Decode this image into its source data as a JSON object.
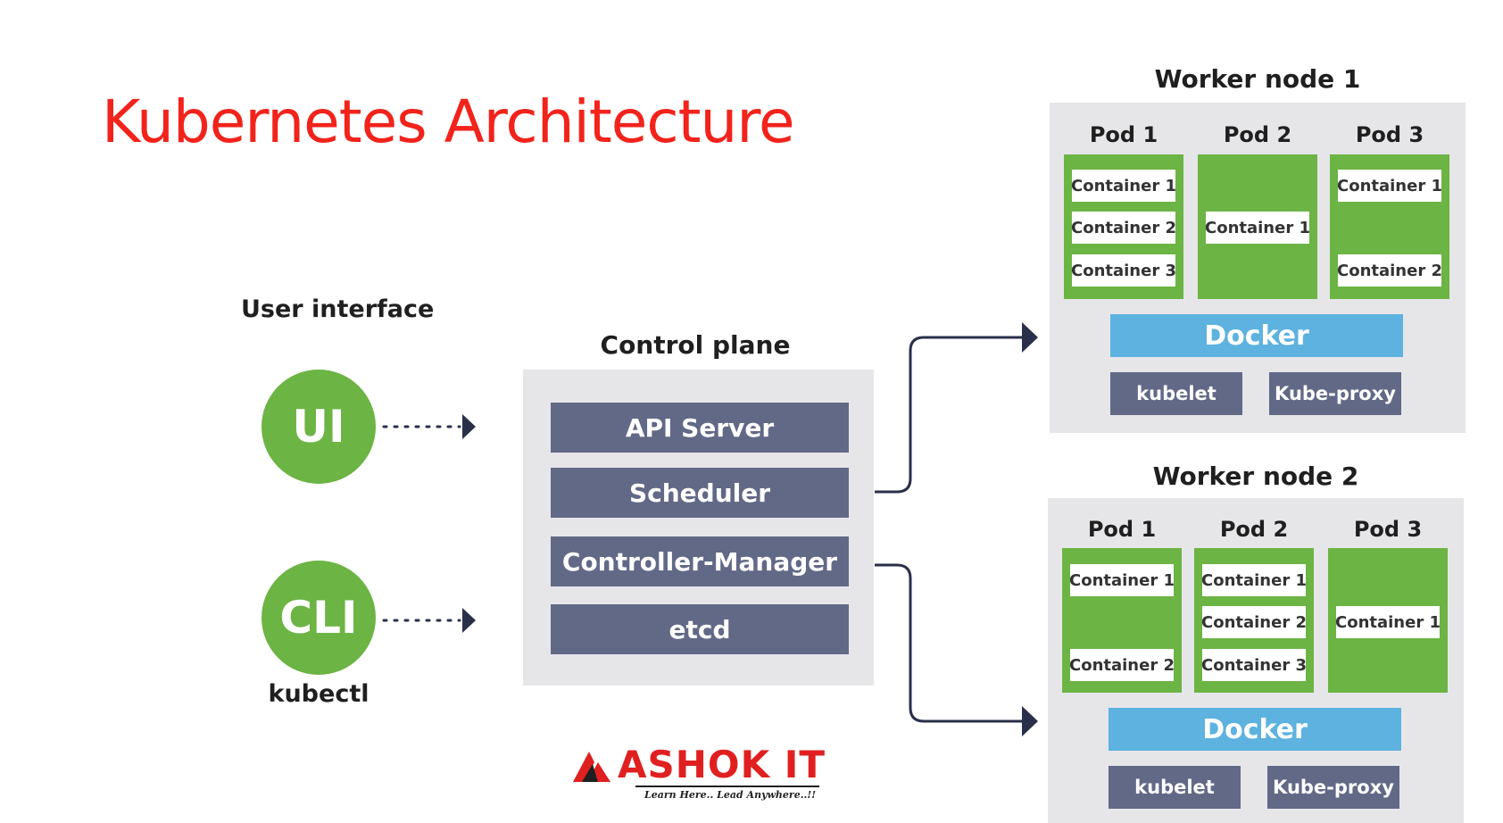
{
  "title": "Kubernetes Architecture",
  "user_interface": {
    "label": "User interface",
    "ui": "UI",
    "cli": "CLI",
    "cli_caption": "kubectl"
  },
  "control_plane": {
    "label": "Control plane",
    "components": [
      "API Server",
      "Scheduler",
      "Controller-Manager",
      "etcd"
    ]
  },
  "worker1": {
    "label": "Worker node 1",
    "pods": [
      {
        "label": "Pod 1",
        "containers": [
          "Container 1",
          "Container 2",
          "Container 3"
        ]
      },
      {
        "label": "Pod 2",
        "containers": [
          "Container 1"
        ]
      },
      {
        "label": "Pod 3",
        "containers": [
          "Container 1",
          "Container 2"
        ]
      }
    ],
    "runtime": "Docker",
    "kubelet": "kubelet",
    "proxy": "Kube-proxy"
  },
  "worker2": {
    "label": "Worker node 2",
    "pods": [
      {
        "label": "Pod 1",
        "containers": [
          "Container 1",
          "Container 2"
        ]
      },
      {
        "label": "Pod 2",
        "containers": [
          "Container 1",
          "Container 2",
          "Container 3"
        ]
      },
      {
        "label": "Pod 3",
        "containers": [
          "Container 1"
        ]
      }
    ],
    "runtime": "Docker",
    "kubelet": "kubelet",
    "proxy": "Kube-proxy"
  },
  "logo": {
    "name": "ASHOK IT",
    "tagline": "Learn Here.. Lead Anywhere..!!"
  },
  "colors": {
    "title": "#f2231b",
    "green": "#6cb444",
    "slate": "#626987",
    "docker_blue": "#5db2df",
    "panel": "#e6e6e9",
    "connector": "#2a2f4a"
  }
}
